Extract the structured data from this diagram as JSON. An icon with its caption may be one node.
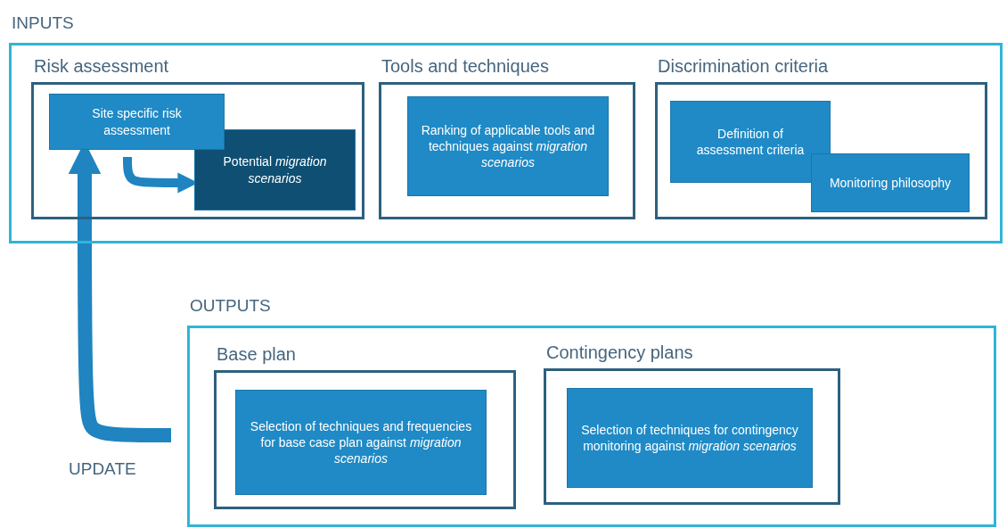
{
  "diagram": {
    "nodes": [
      {
        "text": [
          "INPUTS"
        ]
      },
      {
        "text": [
          "Risk assessment"
        ],
        "in": 0
      },
      {
        "text": [
          "Site specific risk assessment"
        ],
        "in": 1
      },
      {
        "text": [
          "Potential *migration scenarios*"
        ],
        "in": 1
      },
      {
        "text": [
          "Tools and techniques"
        ],
        "in": 0
      },
      {
        "text": [
          "Ranking of applicable tools and techniques against *migration scenarios*"
        ],
        "in": 4
      },
      {
        "text": [
          "Discrimination criteria"
        ],
        "in": 0
      },
      {
        "text": [
          "Definition of assessment criteria"
        ],
        "in": 6
      },
      {
        "text": [
          "Monitoring philosophy"
        ],
        "in": 6
      },
      {
        "text": [
          "OUTPUTS"
        ]
      },
      {
        "text": [
          "Base plan"
        ],
        "in": 9
      },
      {
        "text": [
          "Selection of techniques and frequencies for base case plan against *migration scenarios*"
        ],
        "in": 10
      },
      {
        "text": [
          "Contingency plans"
        ],
        "in": 9
      },
      {
        "text": [
          "Selection of techniques for contingency monitoring against *migration scenarios*"
        ],
        "in": 12
      }
    ],
    "edges": [
      {
        "from": 2,
        "to": 3,
        "arrow": "to"
      },
      {
        "from": 9,
        "to": 2,
        "arrow": "to",
        "label": "UPDATE"
      }
    ]
  }
}
